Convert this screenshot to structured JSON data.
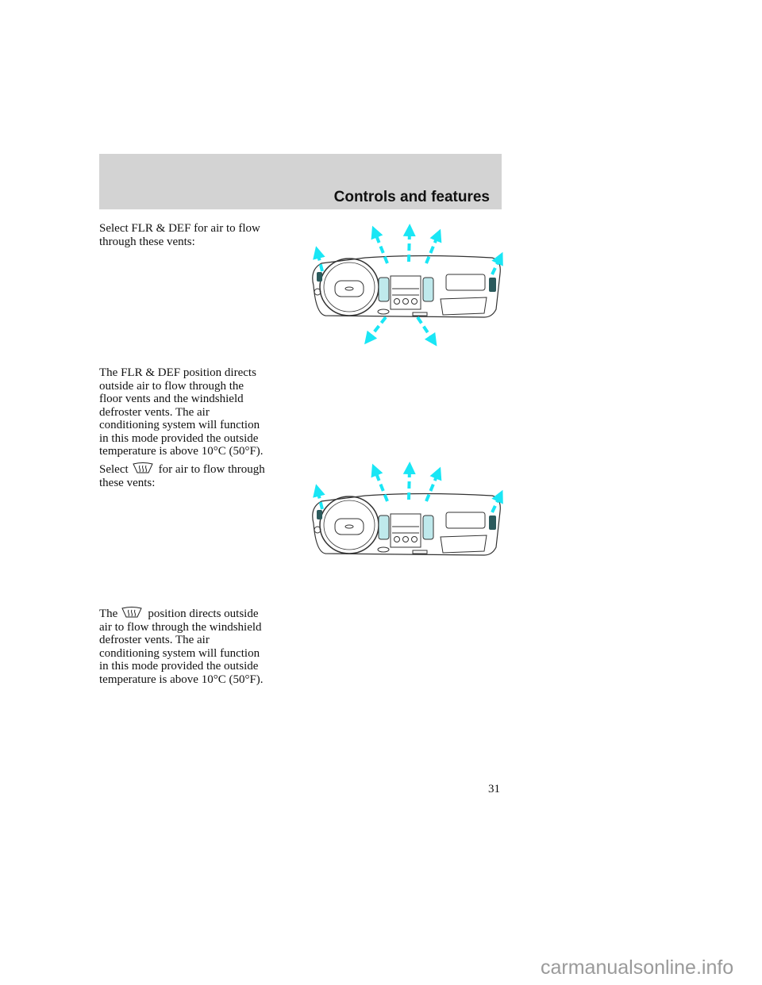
{
  "header": {
    "section_title": "Controls and features"
  },
  "paragraphs": {
    "p1": [
      "Select FLR & DEF for air to flow",
      "through these vents:"
    ],
    "p2": [
      "The FLR & DEF position directs",
      "outside air to flow through the",
      "floor vents and the windshield",
      "defroster vents. The air",
      "conditioning system will function",
      "in this mode provided the outside",
      "temperature is above 10°C (50°F)."
    ],
    "p3_a": "Select",
    "p3_b": "for air to flow through",
    "p3_c": "these vents:",
    "p4_a": "The",
    "p4_b": "position directs outside",
    "p4": [
      "air to flow through the windshield",
      "defroster vents. The air",
      "conditioning system will function",
      "in this mode provided the outside",
      "temperature is above 10°C (50°F)."
    ]
  },
  "icons": {
    "defrost": "windshield-defrost-icon",
    "arrow_color": "#19e6f5"
  },
  "page_number": "31",
  "watermark": "carmanualsonline.info"
}
